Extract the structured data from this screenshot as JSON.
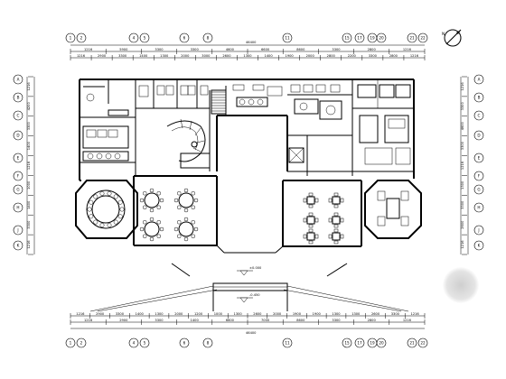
{
  "drawing": {
    "north_mark": "N",
    "top_dims_overall": "46400",
    "top_dims_row1": [
      "1216",
      "5900",
      "3300",
      "3300",
      "4600",
      "6600",
      "8600",
      "3300",
      "2800",
      "1216"
    ],
    "top_dims_row2": [
      "1216",
      "2900",
      "3300",
      "1400",
      "1300",
      "2000",
      "3000",
      "2600",
      "1300",
      "1400",
      "1900",
      "2000",
      "2800",
      "2200",
      "3300",
      "2800",
      "1216"
    ],
    "bottom_dims_row1": [
      "1216",
      "2900",
      "3300",
      "1400",
      "1300",
      "2000",
      "1200",
      "1000",
      "1300",
      "2600",
      "2000",
      "1900",
      "1900",
      "1300",
      "1300",
      "2600",
      "3300",
      "1216"
    ],
    "bottom_dims_row2": [
      "1216",
      "2900",
      "3300",
      "1400",
      "6600",
      "7000",
      "8600",
      "3300",
      "2800",
      "1216"
    ],
    "bottom_dims_overall": "46400",
    "left_dims": [
      "1216",
      "4200",
      "3300",
      "1400",
      "1216",
      "1000",
      "1400",
      "3300",
      "1216"
    ],
    "right_dims": [
      "1216",
      "3300",
      "4600",
      "3300",
      "1216",
      "1300",
      "3300",
      "2600",
      "1216"
    ],
    "top_axis_labels": [
      "1",
      "2",
      "4",
      "5",
      "6",
      "8",
      "11",
      "15",
      "17",
      "19",
      "20",
      "21",
      "22"
    ],
    "bottom_axis_labels": [
      "1",
      "2",
      "4",
      "5",
      "6",
      "8",
      "11",
      "15",
      "17",
      "19",
      "20",
      "21",
      "22"
    ],
    "left_axis_labels": [
      "A",
      "B",
      "C",
      "D",
      "E",
      "F",
      "G",
      "H",
      "J",
      "K"
    ],
    "right_axis_labels": [
      "A",
      "B",
      "C",
      "D",
      "E",
      "F",
      "G",
      "H",
      "J",
      "K"
    ],
    "level_marks": [
      "±0.000",
      "-0.450"
    ]
  }
}
